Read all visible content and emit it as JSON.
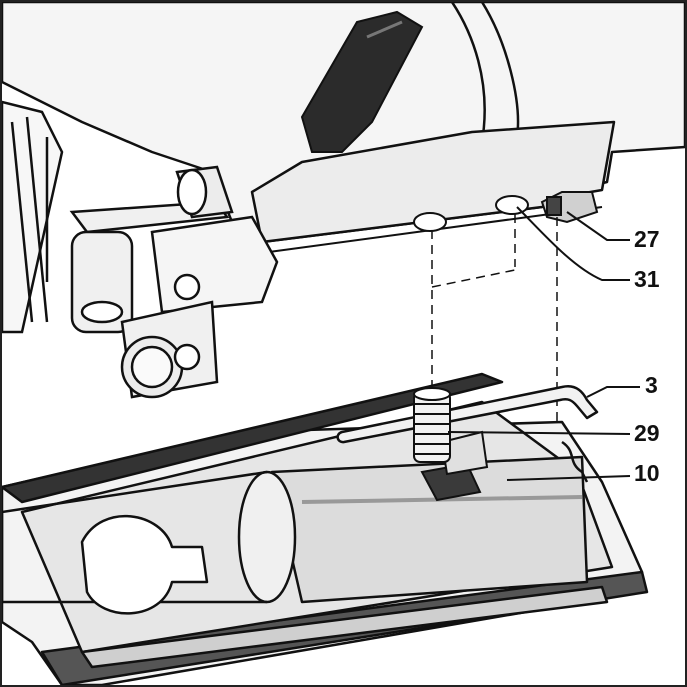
{
  "figure": {
    "callouts": [
      {
        "id": "27",
        "label": "27"
      },
      {
        "id": "31",
        "label": "31"
      },
      {
        "id": "3",
        "label": "3"
      },
      {
        "id": "29",
        "label": "29"
      },
      {
        "id": "10",
        "label": "10"
      }
    ]
  },
  "colors": {
    "line": "#111111",
    "light_fill": "#f2f2f2",
    "mid_fill": "#d9d9d9",
    "dark_fill": "#3a3a3a"
  }
}
